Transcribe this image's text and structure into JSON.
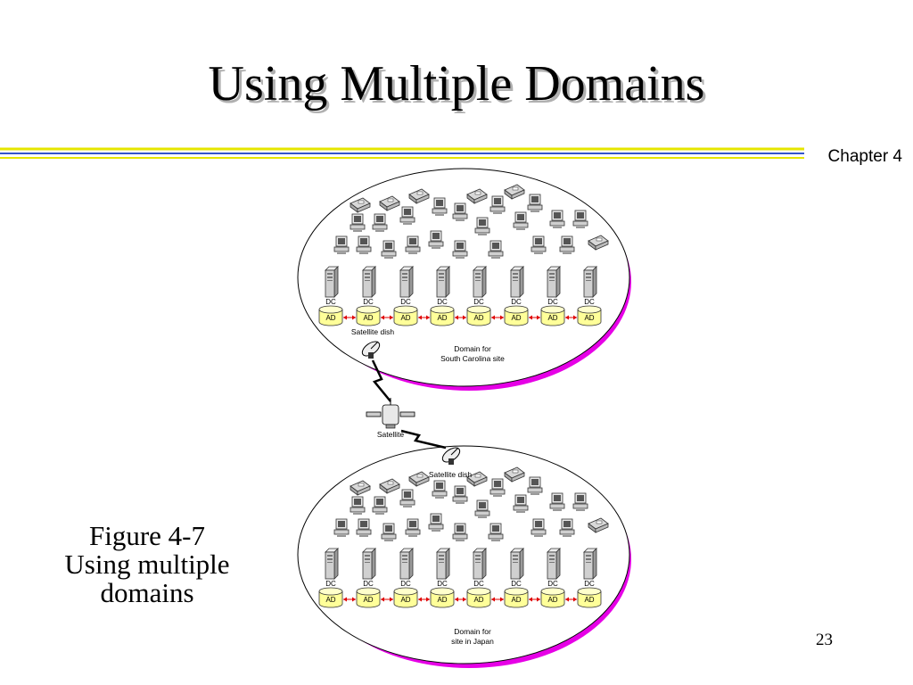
{
  "slide": {
    "title": "Using Multiple Domains",
    "chapter": "Chapter 4",
    "page_number": "23",
    "caption_lines": [
      "Figure 4-7",
      "Using multiple",
      "domains"
    ]
  },
  "diagram": {
    "top_domain": {
      "label_lines": [
        "Domain for",
        "South Carolina site"
      ],
      "dc_label": "DC",
      "ad_label": "AD",
      "dish_label": "Satellite dish"
    },
    "bottom_domain": {
      "label_lines": [
        "Domain for",
        "site in Japan"
      ],
      "dc_label": "DC",
      "ad_label": "AD",
      "dish_label": "Satellite dish"
    },
    "satellite_label": "Satellite",
    "colors": {
      "domain_edge": "#e600e6",
      "database_fill": "#ffff99",
      "replication_arrow": "#e00000",
      "rule_yellow": "#e6e600",
      "rule_blue": "#3355cc"
    }
  }
}
